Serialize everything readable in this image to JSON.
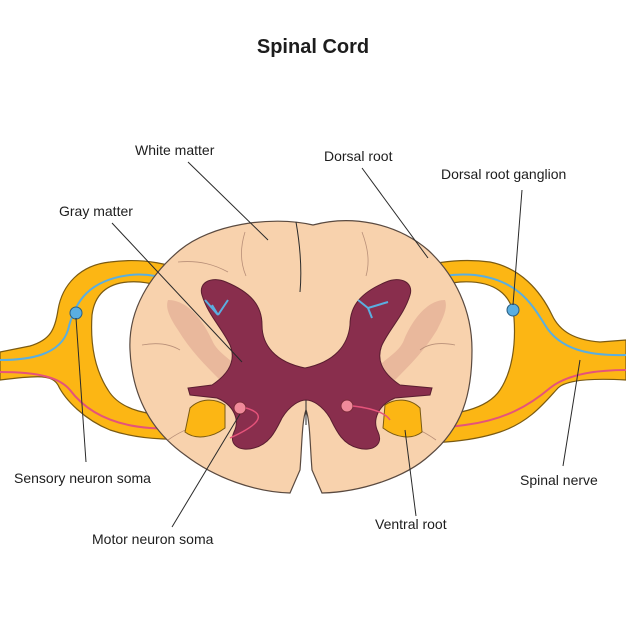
{
  "title": "Spinal Cord",
  "labels": {
    "white_matter": "White matter",
    "dorsal_root": "Dorsal root",
    "dorsal_root_ganglion": "Dorsal root ganglion",
    "gray_matter": "Gray matter",
    "sensory_neuron_soma": "Sensory neuron soma",
    "spinal_nerve": "Spinal nerve",
    "ventral_root": "Ventral root",
    "motor_neuron_soma": "Motor neuron soma"
  },
  "colors": {
    "white_matter": "#f8d2ad",
    "white_matter_shade": "#e9b89c",
    "gray_matter": "#892e4d",
    "nerve": "#fcb614",
    "nerve_outline": "#7a5a12",
    "sensory_fiber": "#5aaee0",
    "motor_fiber": "#e5537a",
    "soma_sensory": "#5aaee0",
    "soma_motor": "#f08a9a"
  }
}
